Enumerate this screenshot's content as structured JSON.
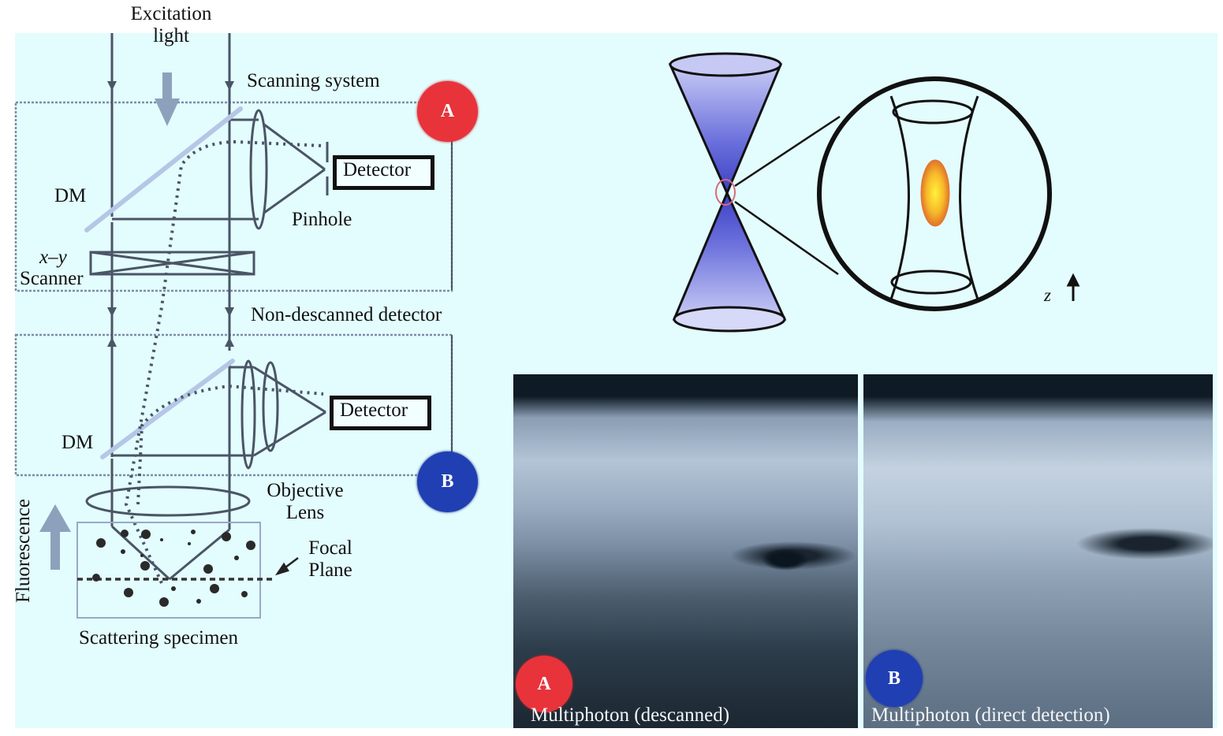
{
  "figure": {
    "left_panel": {
      "excitation_label_line1": "Excitation",
      "excitation_label_line2": "light",
      "scanning_system_label": "Scanning system",
      "detector_top_label": "Detector",
      "pinhole_label": "Pinhole",
      "dm_top_label": "DM",
      "xy_label": "x–y",
      "scanner_label": "Scanner",
      "non_descanned_label": "Non-descanned detector",
      "detector_bottom_label": "Detector",
      "dm_bottom_label": "DM",
      "objective_label_line1": "Objective",
      "objective_label_line2": "Lens",
      "focal_label_line1": "Focal",
      "focal_label_line2": "Plane",
      "fluorescence_label": "Fluorescence",
      "specimen_label": "Scattering specimen",
      "badge_a": "A",
      "badge_b": "B"
    },
    "focus_diagram": {
      "z_axis_label": "z"
    },
    "micrographs": [
      {
        "badge": "A",
        "caption": "Multiphoton (descanned)",
        "badge_color": "#e8333b"
      },
      {
        "badge": "B",
        "caption": "Multiphoton (direct detection)",
        "badge_color": "#1f3fb3"
      }
    ],
    "colors": {
      "background": "#e3fcfd",
      "badge_a": "#e8333b",
      "badge_b": "#1f3fb3",
      "cone_blue": "#5a5fd6",
      "focal_spot": "#f5a623"
    }
  }
}
